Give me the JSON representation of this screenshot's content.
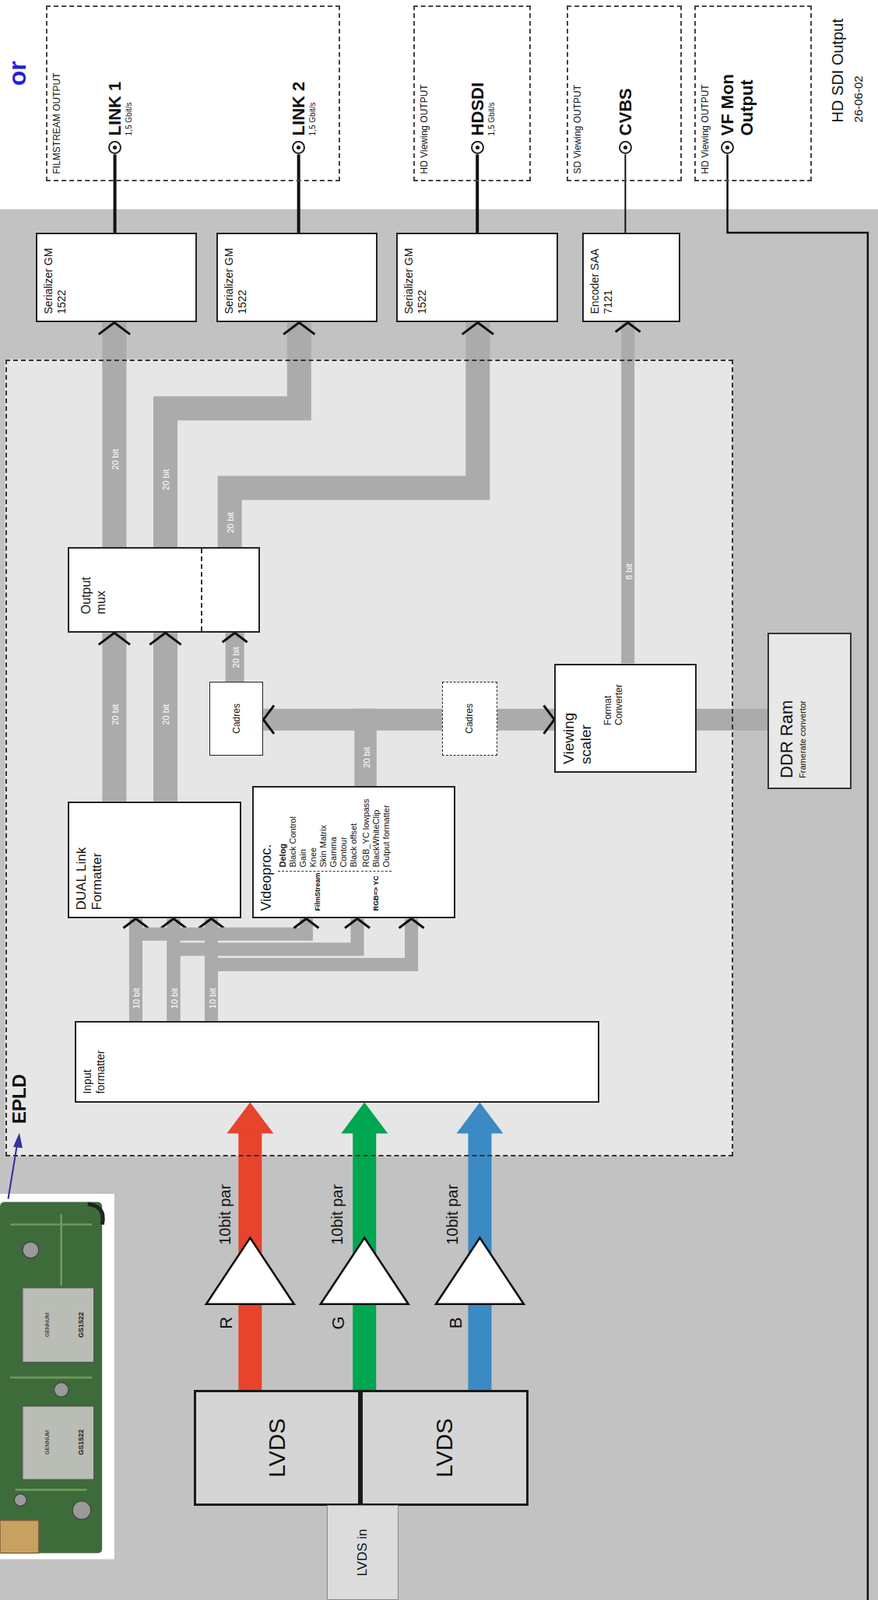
{
  "diagram": {
    "nodes": [
      {
        "text": [
          "EPLD"
        ]
      },
      {
        "text": [
          "Input formatter"
        ],
        "in": 0
      },
      {
        "text": [
          "DUAL Link Formatter"
        ],
        "in": 0
      },
      {
        "text": [
          "Videoproc.",
          "FilmStream",
          "Delog",
          "Black Control",
          "Gain",
          "Knee",
          "Skin Matrix",
          "Gamma",
          "Contour",
          "Black offset",
          "RGB=> YC",
          "RGB_YC lowpass",
          "BlackWhiteClip",
          "Output formatter"
        ],
        "in": 0
      },
      {
        "text": [
          "Output mux"
        ],
        "in": 0
      },
      {
        "text": [
          "Cadres"
        ],
        "in": 0
      },
      {
        "text": [
          "Cadres"
        ],
        "in": 0
      },
      {
        "text": [
          "Viewing scaler",
          "Format Converter"
        ],
        "in": 0
      },
      {
        "text": [
          "DDR Ram",
          "Framerate convertor"
        ]
      },
      {
        "text": [
          "Serializer GM 1522"
        ]
      },
      {
        "text": [
          "Serializer GM 1522"
        ]
      },
      {
        "text": [
          "Serializer GM 1522"
        ]
      },
      {
        "text": [
          "Encoder SAA 7121"
        ]
      },
      {
        "text": [
          "FILMSTREAM OUTPUT"
        ]
      },
      {
        "text": [
          "LINK 1",
          "1,5 Gbit/s"
        ],
        "in": 13
      },
      {
        "text": [
          "LINK 2",
          "1,5 Gbit/s"
        ],
        "in": 13
      },
      {
        "text": [
          "HD Viewing OUTPUT"
        ]
      },
      {
        "text": [
          "HDSDI",
          "1,5 Gbit/s"
        ],
        "in": 16
      },
      {
        "text": [
          "SD Viewing OUTPUT"
        ]
      },
      {
        "text": [
          "CVBS"
        ],
        "in": 18
      },
      {
        "text": [
          "HD Viewing OUTPUT"
        ]
      },
      {
        "text": [
          "VF Mon Output"
        ],
        "in": 20
      },
      {
        "text": [
          "LVDS"
        ]
      },
      {
        "text": [
          "LVDS"
        ]
      },
      {
        "text": [
          "LVDS in"
        ]
      }
    ],
    "edges": [
      {
        "from": 4,
        "to": 9,
        "arrow": "to",
        "label": "20 bit"
      },
      {
        "from": 4,
        "to": 10,
        "arrow": "to",
        "label": "20 bit"
      },
      {
        "from": 4,
        "to": 11,
        "arrow": "to",
        "label": "20 bit"
      },
      {
        "from": 7,
        "to": 12,
        "arrow": "to",
        "label": "8 bit"
      },
      {
        "from": 2,
        "to": 4,
        "arrow": "to",
        "label": "20 bit"
      },
      {
        "from": 2,
        "to": 4,
        "arrow": "to",
        "label": "20 bit"
      },
      {
        "from": 5,
        "to": 4,
        "arrow": "to",
        "label": "20 bit"
      },
      {
        "from": 3,
        "to": 5,
        "arrow": "to",
        "label": "20 bit"
      },
      {
        "from": 3,
        "to": 6,
        "arrow": "none"
      },
      {
        "from": 6,
        "to": 7,
        "arrow": "to"
      },
      {
        "from": 7,
        "to": 8,
        "arrow": "none"
      },
      {
        "from": 1,
        "to": 2,
        "arrow": "to",
        "label": "10 bit"
      },
      {
        "from": 1,
        "to": 2,
        "arrow": "to",
        "label": "10 bit"
      },
      {
        "from": 1,
        "to": 2,
        "arrow": "to",
        "label": "10 bit"
      },
      {
        "from": 1,
        "to": 3,
        "arrow": "to"
      },
      {
        "from": 1,
        "to": 3,
        "arrow": "to"
      },
      {
        "from": 1,
        "to": 3,
        "arrow": "to"
      },
      {
        "from": 22,
        "to": 1,
        "arrow": "to",
        "label": "10bit par"
      },
      {
        "from": 23,
        "to": 1,
        "arrow": "to",
        "label": "10bit par"
      },
      {
        "from": 23,
        "to": 1,
        "arrow": "to",
        "label": "10bit par"
      },
      {
        "from": 9,
        "to": 14,
        "arrow": "none"
      },
      {
        "from": 10,
        "to": 15,
        "arrow": "none"
      },
      {
        "from": 11,
        "to": 17,
        "arrow": "none"
      },
      {
        "from": 12,
        "to": 19,
        "arrow": "none"
      }
    ],
    "labels": [
      "or",
      "HD SDI Output",
      "26-06-02",
      "R",
      "G",
      "B",
      "GS1522",
      "GENNUM",
      "GS1522",
      "GENNUM"
    ]
  }
}
